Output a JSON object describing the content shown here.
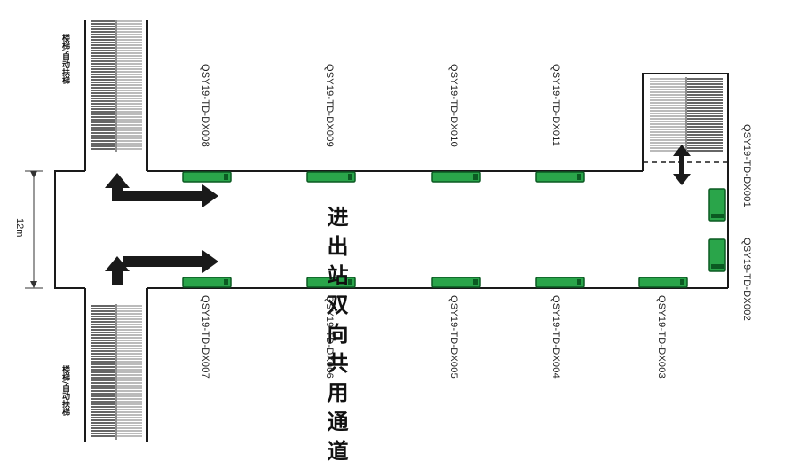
{
  "diagram": {
    "title": "进出站双向共用通道",
    "dimension": "12m",
    "stairs_label": "楼梯/自动扶梯",
    "colors": {
      "wall": "#1a1a1a",
      "sign_fill": "#2aa54a",
      "sign_dark": "#0b5a22",
      "arrow": "#1a1a1a"
    },
    "signs_top": [
      "QSY19-TD-DX008",
      "QSY19-TD-DX009",
      "QSY19-TD-DX010",
      "QSY19-TD-DX011"
    ],
    "signs_bottom": [
      "QSY19-TD-DX007",
      "QSY19-TD-DX006",
      "QSY19-TD-DX005",
      "QSY19-TD-DX004",
      "QSY19-TD-DX003"
    ],
    "signs_end": [
      "QSY19-TD-DX001",
      "QSY19-TD-DX002"
    ]
  }
}
